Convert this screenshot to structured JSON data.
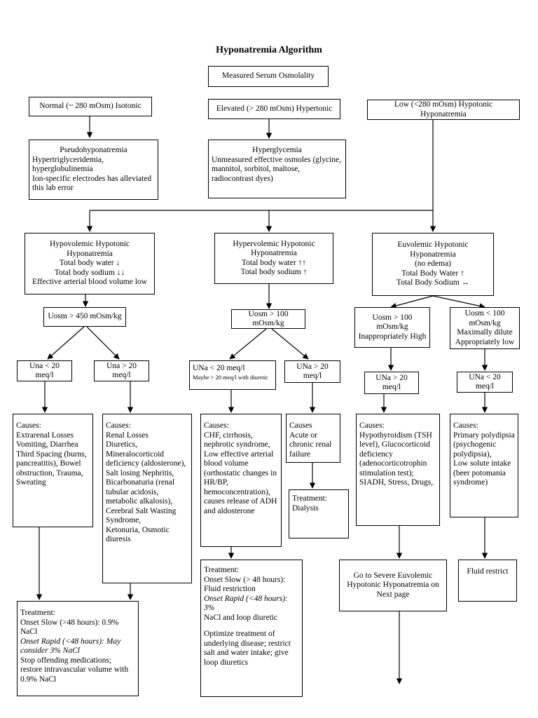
{
  "title": "Hyponatremia Algorithm",
  "measured": "Measured Serum Osmolality",
  "normal": "Normal (~ 280 mOsm) Isotonic",
  "elevated": "Elevated (> 280 mOsm) Hypertonic",
  "low": "Low (<280 mOsm) Hypotonic  Hyponatremia",
  "pseudo": {
    "lines": [
      "Pseudohyponatremia",
      "Hypertriglyceridemia, hyperglobulinemia",
      "Ion-specific electrodes has alleviated this lab error"
    ]
  },
  "hyperglycemia": {
    "lines": [
      "Hyperglycemia",
      "Unmeasured effective osmoles (glycine, mannitol, sorbitol, maltose,  radiocontrast dyes)"
    ]
  },
  "hypovolemic": {
    "lines": [
      "Hypovolemic Hypotonic Hyponatremia",
      "Total body water ↓",
      "Total body sodium ↓↓",
      "Effective arterial blood volume low"
    ]
  },
  "hypervolemic": {
    "lines": [
      "Hypervolemic Hypotonic Hyponatremia",
      "Total body water ↑↑",
      "Total body sodium ↑"
    ]
  },
  "euvolemic": {
    "lines": [
      "Euvolemic Hypotonic Hyponatremia",
      "(no edema)",
      "Total Body Water ↑",
      "Total Body Sodium ↔"
    ]
  },
  "uosm450": "Uosm > 450 mOsm/kg",
  "uosm100a": "Uosm > 100 mOsm/kg",
  "uosm100high": {
    "lines": [
      "Uosm > 100 mOsm/kg",
      "Inappropriately High"
    ]
  },
  "uosmlow": {
    "lines": [
      "Uosm < 100 mOsm/kg",
      "Maximally dilute",
      "Appropriately low"
    ]
  },
  "una_lt20": "Una < 20 meq/l",
  "una_gt20": "Una > 20 meq/l",
  "una_lt20_diuretic": {
    "line1": "UNa < 20 meq/l",
    "line2": "Maybe > 20 meq/l with diuretic"
  },
  "una_gt20_b": "UNa > 20 meq/l",
  "una_gt20_c": "UNa > 20 meq/l",
  "una_lt20_d": "UNa < 20 meq/l",
  "causes_extrarenal": {
    "lines": [
      "Causes:",
      "Extrarenal Losses",
      "Vomiting, Diarrhea",
      "Third Spacing (burns, pancreatitis), Bowel obstruction, Trauma, Sweating"
    ]
  },
  "causes_renal": {
    "lines": [
      "Causes:",
      "Renal Losses",
      "Diuretics,",
      "Mineralocorticoid deficiency (aldosterone),",
      "Salt losing Nephritis,",
      "Bicarbonaturia (renal tubular acidosis,",
      "metabolic alkalosis),",
      "Cerebral Salt Wasting Syndrome,",
      "Ketonuria, Osmotic diuresis"
    ]
  },
  "causes_chf": {
    "lines": [
      "Causes:",
      "CHF, cirrhosis, nephrotic syndrome,",
      "Low effective arterial blood volume (orthostatic changes in HR/BP, hemoconcentration), causes release of ADH and aldosterone"
    ]
  },
  "causes_renalfailure": {
    "lines": [
      "Causes",
      "Acute or chronic renal failure"
    ]
  },
  "dialysis": {
    "lines": [
      "Treatment:",
      "Dialysis"
    ]
  },
  "causes_siadh": {
    "lines": [
      "Causes:",
      "Hypothyroidism (TSH level), Glucocorticoid deficiency",
      "(adenocorticotrophin stimulation test);",
      "SIADH, Stress, Drugs,"
    ]
  },
  "causes_polydipsia": {
    "lines": [
      "Causes:",
      "Primary polydipsia (psychogenic polydipsia),",
      "Low solute intake",
      "(beer potomania syndrome)"
    ]
  },
  "treat_hypo": {
    "l1": "Treatment:",
    "l2": "Onset Slow (>48 hours): 0.9% NaCl",
    "l3": "Onset Rapid (<48 hours): May consider 3% NaCl",
    "l4": "Stop offending medications; restore intravascular volume with 0.9% NaCl"
  },
  "treat_hyper": {
    "l1": "Treatment:",
    "l2": "Onset Slow (> 48 hours): Fluid restriction",
    "l3": "Onset Rapid (<48 hours): 3%",
    "l4": "NaCl and loop diuretic",
    "l5": "Optimize treatment of underlying disease; restrict salt and water intake; give loop diuretics"
  },
  "goto_severe": "Go to Severe Euvolemic Hypotonic Hyponatremia on Next page",
  "fluid_restrict": "Fluid restrict"
}
